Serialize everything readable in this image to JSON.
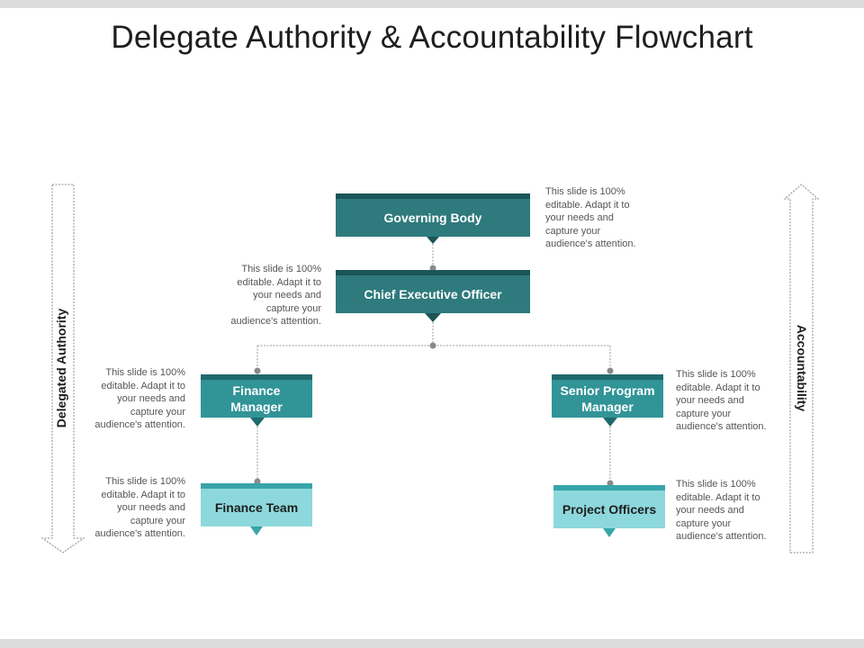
{
  "title": "Delegate Authority & Accountability Flowchart",
  "side_labels": {
    "left": "Delegated Authority",
    "right": "Accountability"
  },
  "nodes": {
    "governing_body": "Governing Body",
    "ceo": "Chief Executive Officer",
    "finance_manager": "Finance Manager",
    "senior_program_manager": "Senior Program Manager",
    "finance_team": "Finance Team",
    "project_officers": "Project Officers"
  },
  "notes": {
    "governing_body": "This slide is 100%\neditable. Adapt it to\nyour needs and\ncapture your\naudience's attention.",
    "ceo": "This slide is 100%\neditable. Adapt it to\nyour needs and\ncapture your\naudience's attention.",
    "finance_manager": "This slide is 100%\neditable. Adapt it to\nyour needs and\ncapture your\naudience's attention.",
    "finance_team": "This slide is 100%\neditable. Adapt it to\nyour needs and\ncapture your\naudience's attention.",
    "senior_program_manager": "This slide is 100%\neditable. Adapt it to\nyour needs and\ncapture your\naudience's attention.",
    "project_officers": "This slide is 100%\neditable. Adapt it to\nyour needs and\ncapture your\naudience's attention."
  },
  "colors": {
    "dark_teal": "#2e7a7c",
    "mid_teal": "#319497",
    "light_teal": "#8dd8dc"
  }
}
